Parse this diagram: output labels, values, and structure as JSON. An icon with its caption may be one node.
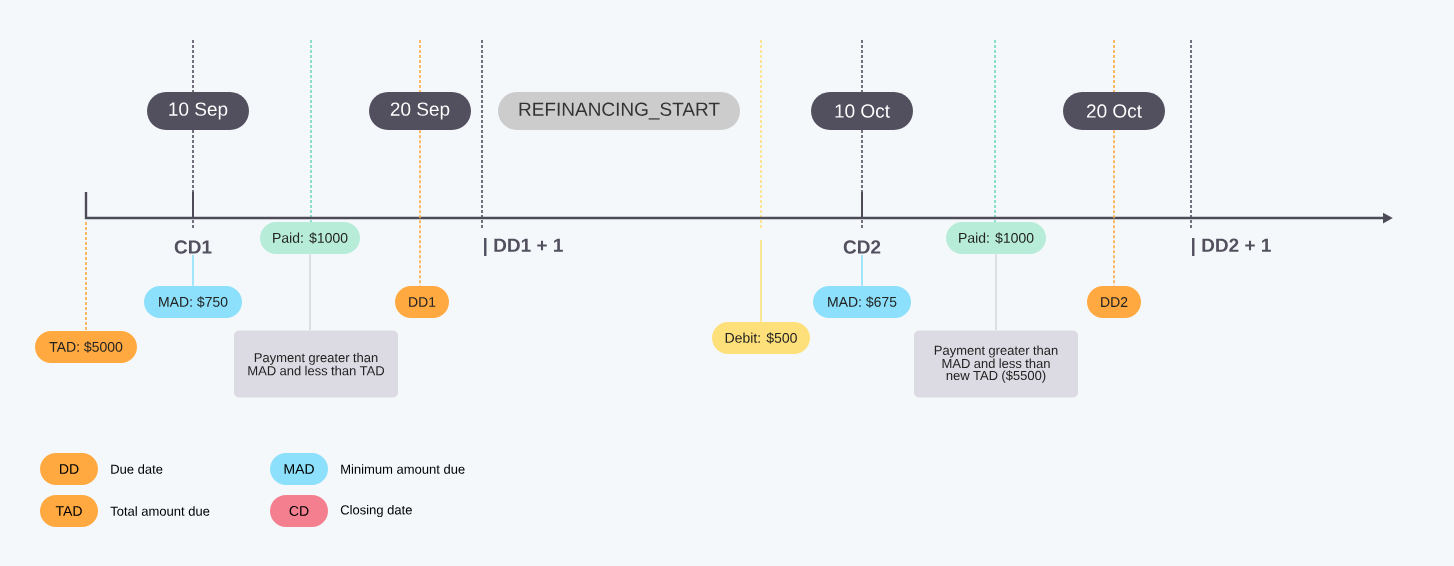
{
  "diagram": {
    "nodes": [
      {
        "text": [
          "10 Sep"
        ]
      },
      {
        "text": [
          "20 Sep"
        ]
      },
      {
        "text": [
          "REFINANCING_START"
        ]
      },
      {
        "text": [
          "10 Oct"
        ]
      },
      {
        "text": [
          "20 Oct"
        ]
      },
      {
        "text": [
          "CD1"
        ]
      },
      {
        "text": [
          "| DD1 + 1"
        ]
      },
      {
        "text": [
          "CD2"
        ]
      },
      {
        "text": [
          "| DD2 + 1"
        ]
      },
      {
        "text": [
          "TAD: $5000"
        ]
      },
      {
        "text": [
          "MAD: $750"
        ]
      },
      {
        "text": [
          "Paid: $1000"
        ]
      },
      {
        "text": [
          "Payment greater than MAD and less than TAD"
        ]
      },
      {
        "text": [
          "DD1"
        ]
      },
      {
        "text": [
          "Debit: $500"
        ]
      },
      {
        "text": [
          "MAD: $675"
        ]
      },
      {
        "text": [
          "Paid: $1000"
        ]
      },
      {
        "text": [
          "Payment greater than MAD and less than new TAD ($5500)"
        ]
      },
      {
        "text": [
          "DD2"
        ]
      }
    ],
    "edges": [
      {
        "from": 5,
        "to": 10,
        "arrow": "none",
        "color": "#8ce0fc"
      },
      {
        "from": 11,
        "to": 12,
        "arrow": "none",
        "color": "#d8d7dd"
      },
      {
        "from": 1,
        "to": 13,
        "arrow": "none",
        "style": "dashed",
        "color": "#ffa940"
      },
      {
        "from": null,
        "to": 9,
        "arrow": "none",
        "style": "dashed",
        "color": "#ffa940"
      },
      {
        "from": null,
        "to": 14,
        "arrow": "none",
        "color": "#fde07a"
      },
      {
        "from": 7,
        "to": 15,
        "arrow": "none",
        "color": "#8ce0fc"
      },
      {
        "from": 16,
        "to": 17,
        "arrow": "none",
        "color": "#d8d7dd"
      },
      {
        "from": 4,
        "to": 18,
        "arrow": "none",
        "style": "dashed",
        "color": "#ffa940"
      }
    ],
    "labels": [
      "DD",
      "MAD",
      "TAD",
      "CD"
    ],
    "legend": [
      {
        "text": "Due date",
        "color": "#ffa940"
      },
      {
        "text": "Minimum amount due",
        "color": "#8ce0fc"
      },
      {
        "text": "Total amount due",
        "color": "#ffa940"
      },
      {
        "text": "Closing date",
        "color": "#f47f8f"
      }
    ]
  }
}
